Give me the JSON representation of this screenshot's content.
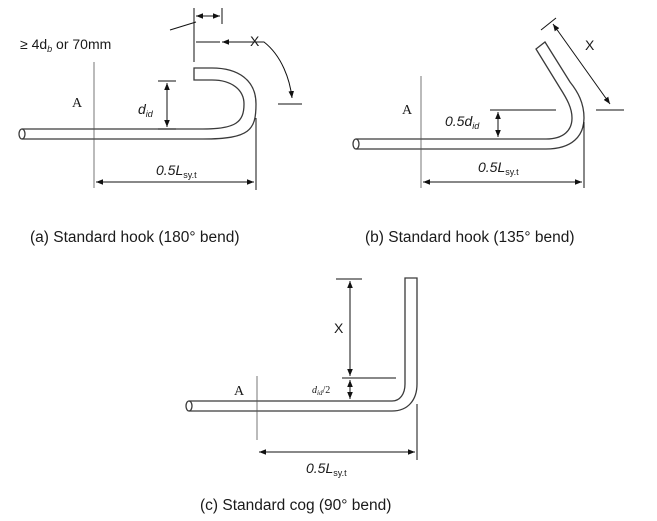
{
  "panel_a": {
    "cover_label": "≥ 4d",
    "cover_label_sub": "b",
    "cover_label_tail": " or 70mm",
    "x_label": "X",
    "section_label": "A",
    "bend_label_main": "d",
    "bend_label_sub": "id",
    "dev_label_main": "0.5L",
    "dev_label_sub": "sy.t",
    "caption": "(a) Standard hook (180° bend)"
  },
  "panel_b": {
    "x_label": "X",
    "section_label": "A",
    "bend_label_main": "0.5d",
    "bend_label_sub": "id",
    "dev_label_main": "0.5L",
    "dev_label_sub": "sy.t",
    "caption": "(b) Standard hook (135° bend)"
  },
  "panel_c": {
    "x_label": "X",
    "section_label": "A",
    "bend_label": "d",
    "bend_label_sub": "id",
    "bend_label_tail": "/2",
    "dev_label_main": "0.5L",
    "dev_label_sub": "sy.t",
    "caption": "(c) Standard cog (90° bend)"
  }
}
